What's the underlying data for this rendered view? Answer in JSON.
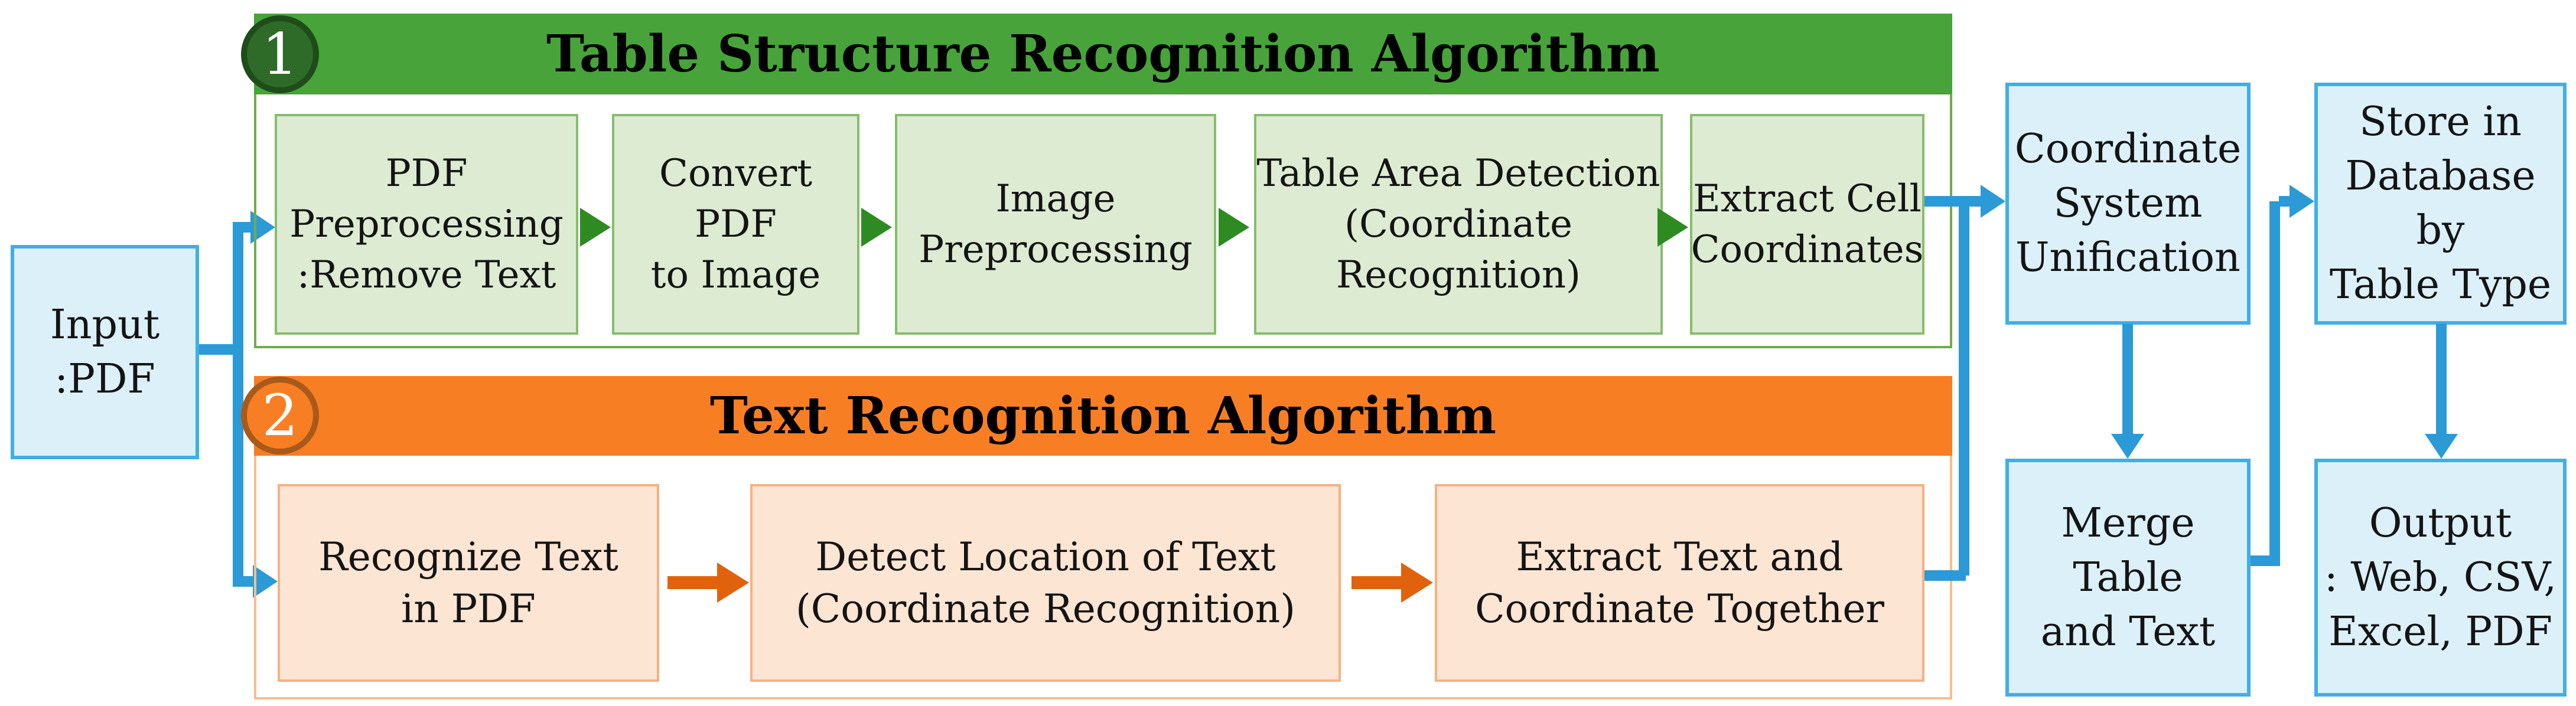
{
  "colors": {
    "green_header_bar": "#47a33a",
    "green_step_fill": "#ddebd2",
    "green_step_border": "#86bd6e",
    "green_section_border": "#70ad47",
    "green_arrow": "#2e8b22",
    "green_badge_fill": "#2e6b28",
    "orange_header_bar": "#f87e23",
    "orange_step_fill": "#fde5d3",
    "orange_step_border": "#f5b183",
    "orange_section_border": "#f8bd8c",
    "orange_arrow": "#e1620c",
    "blue_box_fill": "#dcf0fa",
    "blue_box_border": "#3fafe8",
    "blue_connector": "#2b9ad6",
    "text": "#141414"
  },
  "flowchart": {
    "input": {
      "lines": [
        "Input",
        ":PDF"
      ]
    },
    "section1": {
      "number": "1",
      "title": "Table Structure Recognition Algorithm",
      "steps": [
        {
          "lines": [
            "PDF",
            "Preprocessing",
            ":Remove Text"
          ]
        },
        {
          "lines": [
            "Convert PDF",
            "to Image"
          ]
        },
        {
          "lines": [
            "Image",
            "Preprocessing"
          ]
        },
        {
          "lines": [
            "Table Area Detection",
            "(Coordinate Recognition)"
          ]
        },
        {
          "lines": [
            "Extract Cell",
            "Coordinates"
          ]
        }
      ]
    },
    "section2": {
      "number": "2",
      "title": "Text Recognition Algorithm",
      "steps": [
        {
          "lines": [
            "Recognize Text",
            "in PDF"
          ]
        },
        {
          "lines": [
            "Detect Location of Text",
            "(Coordinate Recognition)"
          ]
        },
        {
          "lines": [
            "Extract Text and",
            "Coordinate Together"
          ]
        }
      ]
    },
    "outputs": {
      "coordinate_unification": {
        "lines": [
          "Coordinate",
          "System",
          "Unification"
        ]
      },
      "store_database": {
        "lines": [
          "Store in",
          "Database by",
          "Table Type"
        ]
      },
      "merge_table_text": {
        "lines": [
          "Merge",
          "Table",
          "and Text"
        ]
      },
      "final_output": {
        "lines": [
          "Output",
          ": Web, CSV,",
          "Excel, PDF"
        ]
      }
    }
  }
}
